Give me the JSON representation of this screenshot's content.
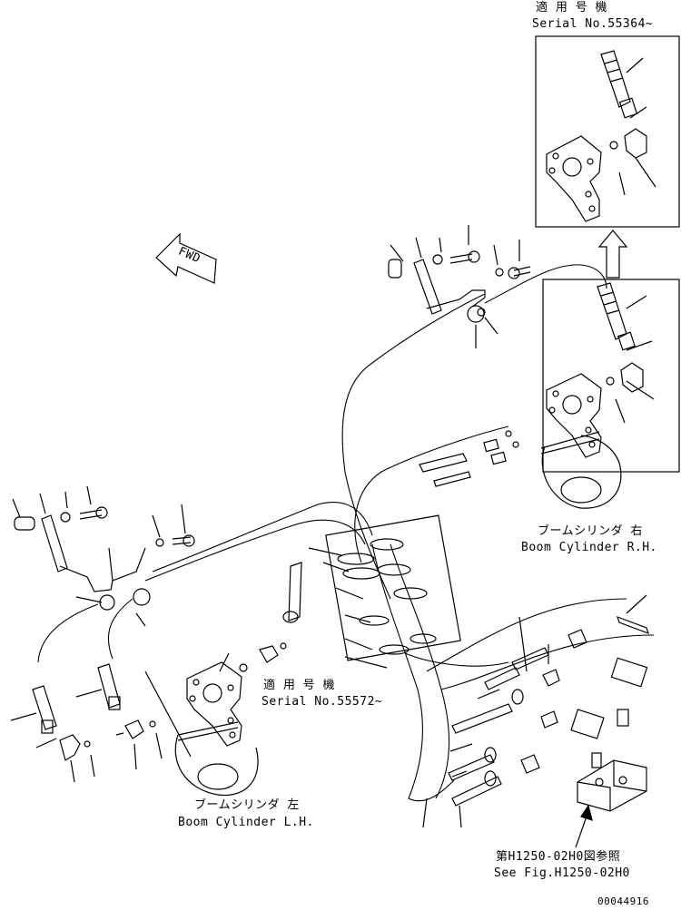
{
  "inset": {
    "applicable_jp": "適 用 号 機",
    "serial": "Serial No.55364~"
  },
  "fwd_label": "FWD",
  "middle": {
    "applicable_jp": "適 用 号 機",
    "serial": "Serial No.55572~"
  },
  "cylinder_rh": {
    "jp": "ブームシリンダ 右",
    "en": "Boom Cylinder R.H."
  },
  "cylinder_lh": {
    "jp": "ブームシリンダ 左",
    "en": "Boom Cylinder L.H."
  },
  "see_fig": {
    "jp": "第H1250-02H0図参照",
    "en": "See Fig.H1250-02H0"
  },
  "drawing_id": "00044916"
}
